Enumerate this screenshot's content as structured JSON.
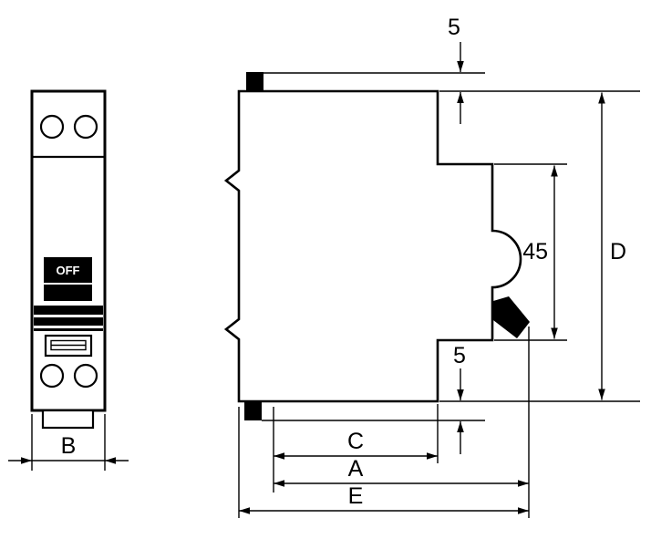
{
  "drawing": {
    "front_view": {
      "toggle_label": "OFF",
      "dim_width": "B"
    },
    "side_view": {
      "dim_claw_top": "5",
      "dim_claw_bottom": "5",
      "dim_rail_recess": "45",
      "dim_height": "D",
      "dim_depth_c": "C",
      "dim_depth_a": "A",
      "dim_depth_e": "E"
    },
    "colors": {
      "line": "#000000",
      "background": "#ffffff"
    }
  }
}
